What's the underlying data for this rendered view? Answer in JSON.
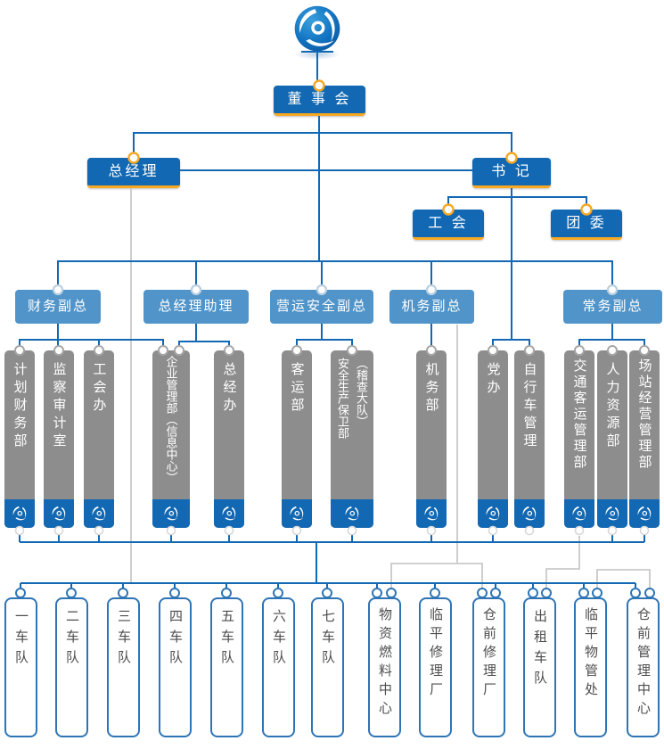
{
  "org": {
    "root": {
      "label": "董 事 会"
    },
    "level1": {
      "gm": {
        "label": "总经理"
      },
      "secretary": {
        "label": "书 记"
      }
    },
    "secretary_units": [
      {
        "label": "工 会"
      },
      {
        "label": "团 委"
      }
    ],
    "vps": [
      {
        "label": "财务副总"
      },
      {
        "label": "总经理助理"
      },
      {
        "label": "营运安全副总"
      },
      {
        "label": "机务副总"
      },
      {
        "label": "常务副总"
      }
    ],
    "departments": [
      {
        "label": "计划财务部"
      },
      {
        "label": "监察审计室"
      },
      {
        "label": "工会办"
      },
      {
        "label": "企业管理部（信息中心）"
      },
      {
        "label": "总经办"
      },
      {
        "label": "客运部"
      },
      {
        "label": "安全生产保卫部",
        "sub": "（稽查大队）"
      },
      {
        "label": "机务部"
      },
      {
        "label": "党办"
      },
      {
        "label": "自行车管理"
      },
      {
        "label": "交通客运管理部"
      },
      {
        "label": "人力资源部"
      },
      {
        "label": "场站经营管理部"
      }
    ],
    "base_units": [
      {
        "label": "一车队"
      },
      {
        "label": "二车队"
      },
      {
        "label": "三车队"
      },
      {
        "label": "四车队"
      },
      {
        "label": "五车队"
      },
      {
        "label": "六车队"
      },
      {
        "label": "七车队"
      },
      {
        "label": "物资燃料中心"
      },
      {
        "label": "临平修理厂"
      },
      {
        "label": "仓前修理厂"
      },
      {
        "label": "出租车队"
      },
      {
        "label": "临平物管处"
      },
      {
        "label": "仓前管理中心"
      }
    ],
    "colors": {
      "primary_blue": "#1268b3",
      "secondary_blue": "#5094c9",
      "accent_orange": "#f7a823",
      "box_gray": "#8d8d8d",
      "line_gray": "#c9c9c9",
      "unit_border_blue": "#2e75b6"
    }
  }
}
